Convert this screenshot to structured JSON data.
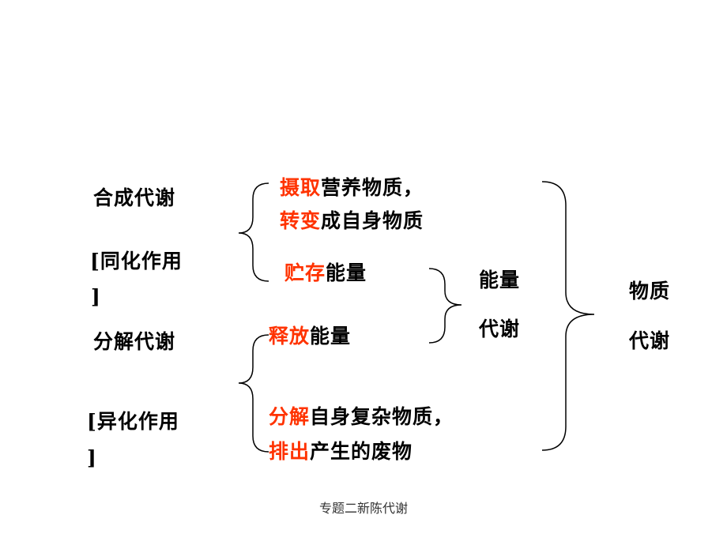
{
  "left": {
    "anabolism": "合成代谢",
    "assimilation": "同化作用",
    "catabolism": "分解代谢",
    "dissimilation": "异化作用",
    "bracket_open": "[",
    "bracket_close": "]"
  },
  "middle": {
    "line1": {
      "red": "摄取",
      "black": "营养物质，"
    },
    "line2": {
      "red": "转变",
      "black": "成自身物质"
    },
    "line3": {
      "red": "贮存",
      "black": "能量"
    },
    "line4": {
      "red": "释放",
      "black": "能量"
    },
    "line5": {
      "red": "分解",
      "black": "自身复杂物质，"
    },
    "line6": {
      "red": "排出",
      "black": "产生的废物"
    }
  },
  "energy_metabolism": {
    "line1": "能量",
    "line2": "代谢"
  },
  "material_metabolism": {
    "line1": "物质",
    "line2": "代谢"
  },
  "footer": "专题二新陈代谢",
  "colors": {
    "highlight": "#ff3300",
    "text": "#000000"
  }
}
